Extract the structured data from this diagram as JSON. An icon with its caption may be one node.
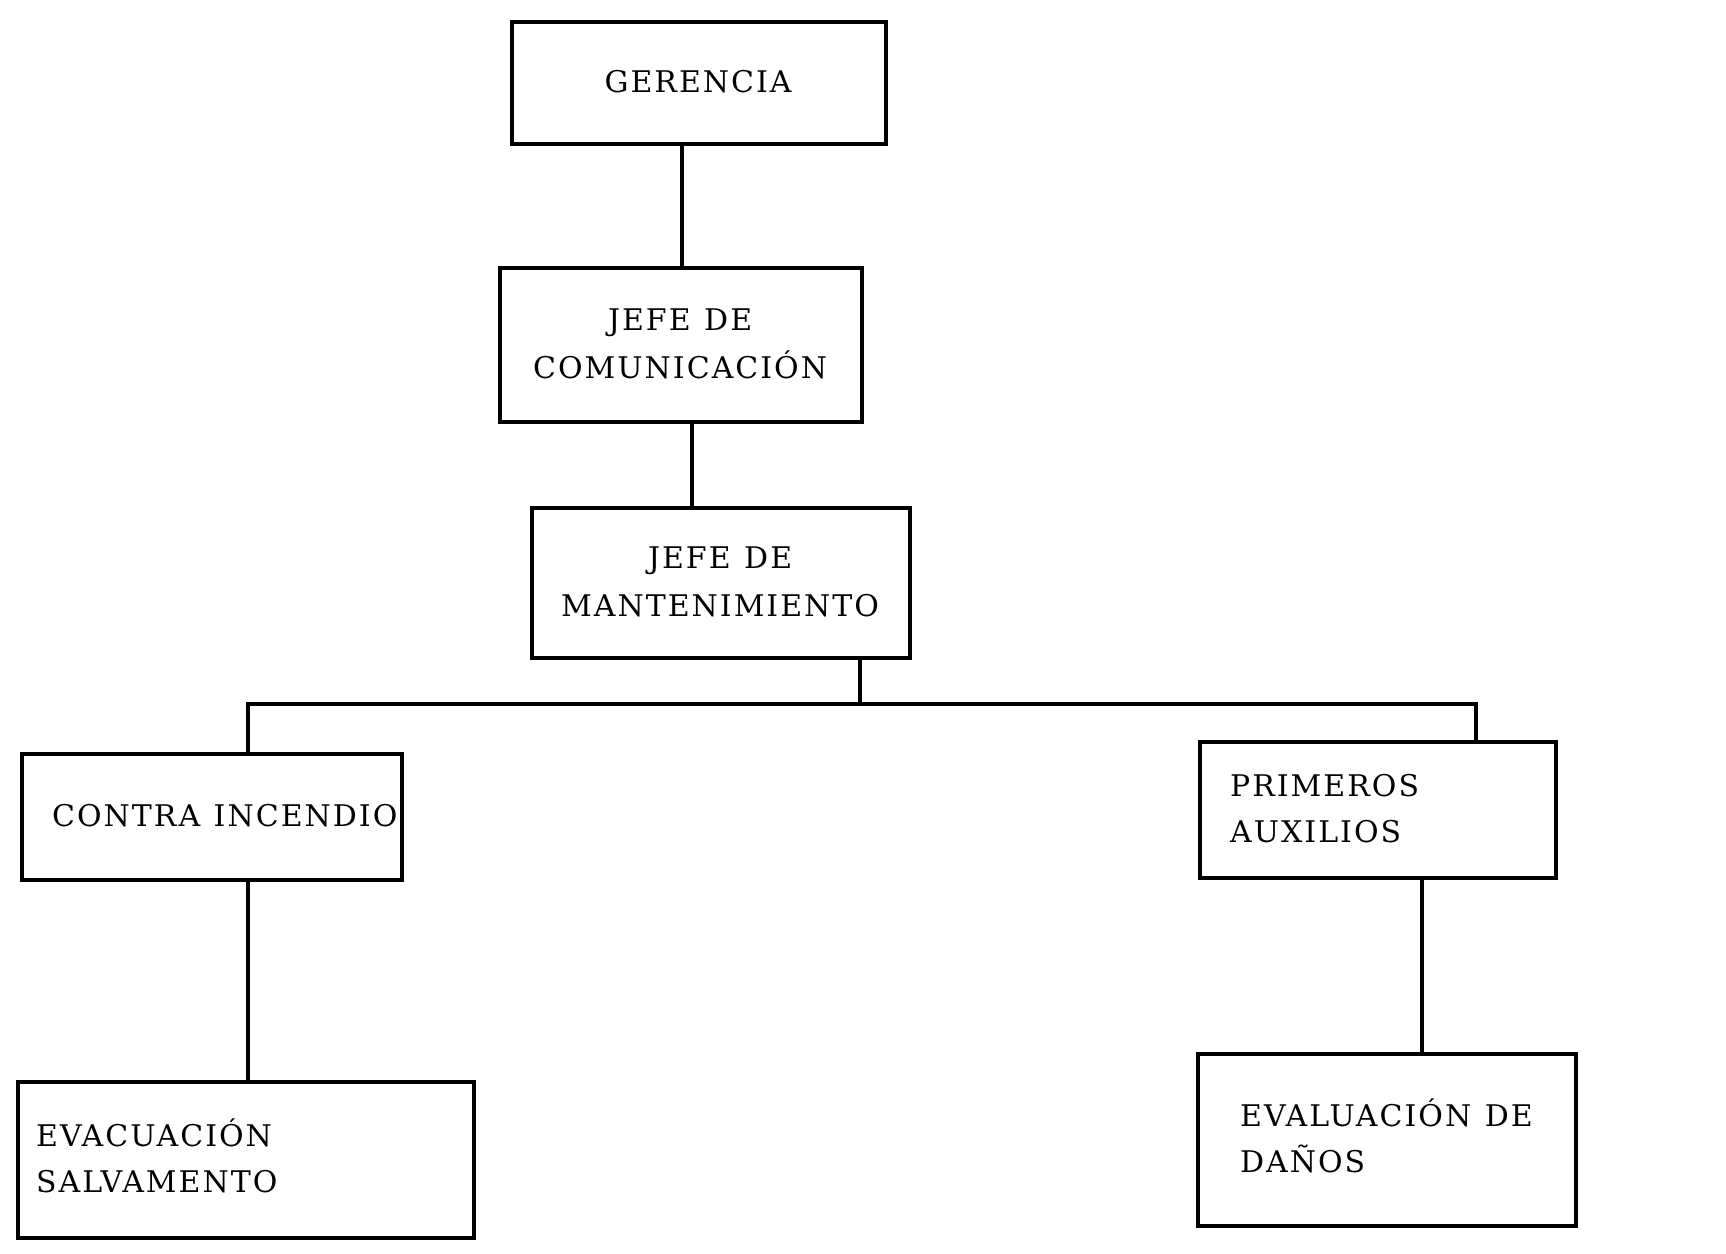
{
  "diagram": {
    "nodes": [
      {
        "text": [
          "GERENCIA"
        ]
      },
      {
        "text": [
          "JEFE DE COMUNICACIÓN"
        ]
      },
      {
        "text": [
          "JEFE DE MANTENIMIENTO"
        ]
      },
      {
        "text": [
          "CONTRA INCENDIO"
        ]
      },
      {
        "text": [
          "PRIMEROS AUXILIOS"
        ]
      },
      {
        "text": [
          "EVACUACIÓN SALVAMENTO"
        ]
      },
      {
        "text": [
          "EVALUACIÓN DE DAÑOS"
        ]
      }
    ],
    "edges": [
      {
        "from": 0,
        "to": 1,
        "arrow": "none"
      },
      {
        "from": 1,
        "to": 2,
        "arrow": "none"
      },
      {
        "from": 2,
        "to": 3,
        "arrow": "none"
      },
      {
        "from": 2,
        "to": 4,
        "arrow": "none"
      },
      {
        "from": 3,
        "to": 5,
        "arrow": "none"
      },
      {
        "from": 4,
        "to": 6,
        "arrow": "none"
      }
    ]
  }
}
